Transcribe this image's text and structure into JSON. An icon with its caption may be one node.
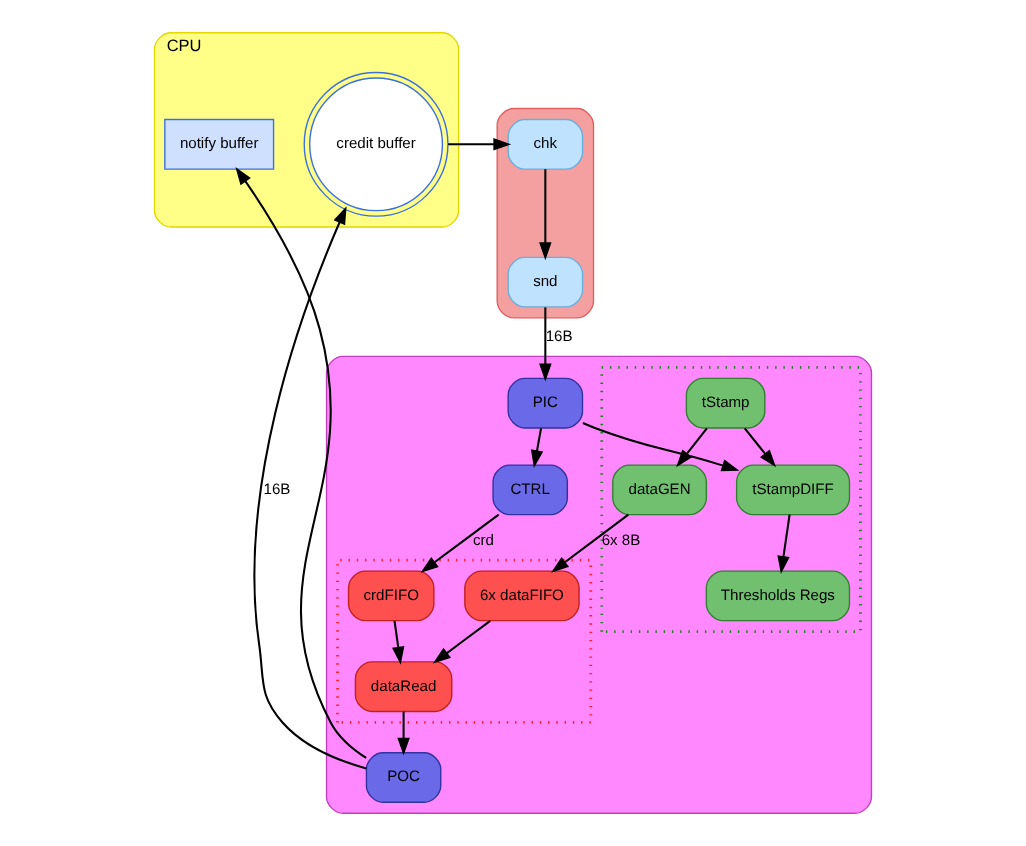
{
  "diagram": {
    "nodes": [
      {
        "text": [
          "CPU"
        ]
      },
      {
        "text": [],
        "shape": "box"
      },
      {
        "text": [
          "snd"
        ],
        "in": 1
      },
      {
        "text": [
          "chk"
        ],
        "in": 1
      },
      {
        "text": [
          "credit buffer"
        ],
        "in": 0
      },
      {
        "text": [
          "notify buffer"
        ],
        "in": 0
      },
      {
        "text": [],
        "shape": "box"
      },
      {
        "text": [
          "PIC"
        ],
        "in": 6
      },
      {
        "text": [
          "CTRL"
        ],
        "in": 6
      },
      {
        "text": [
          "POC"
        ],
        "in": 6
      },
      {
        "text": [],
        "shape": "box",
        "in": 6
      },
      {
        "text": [
          "tStampDIFF"
        ],
        "in": 10
      },
      {
        "text": [
          "tStamp"
        ],
        "in": 10
      },
      {
        "text": [
          "Thresholds Regs"
        ],
        "in": 10
      },
      {
        "text": [
          "dataGEN"
        ],
        "in": 10
      },
      {
        "text": [],
        "shape": "box",
        "in": 6
      },
      {
        "text": [
          "crdFIFO"
        ],
        "in": 15
      },
      {
        "text": [
          "6x dataFIFO"
        ],
        "in": 15
      },
      {
        "text": [
          "dataRead"
        ],
        "in": 15
      }
    ],
    "edges": [
      {
        "from": 4,
        "to": 3,
        "arrow": "to"
      },
      {
        "from": 3,
        "to": 2,
        "arrow": "to"
      },
      {
        "from": 2,
        "to": 7,
        "arrow": "to",
        "label": "16B"
      },
      {
        "from": 7,
        "to": 8,
        "arrow": "to"
      },
      {
        "from": 8,
        "to": 16,
        "arrow": "to",
        "label": "crd"
      },
      {
        "from": 7,
        "to": 11,
        "arrow": "to"
      },
      {
        "from": 12,
        "to": 11,
        "arrow": "to"
      },
      {
        "from": 11,
        "to": 13,
        "arrow": "to"
      },
      {
        "from": 12,
        "to": 14,
        "arrow": "to"
      },
      {
        "from": 14,
        "to": 17,
        "arrow": "to",
        "label": "6x 8B"
      },
      {
        "from": 16,
        "to": 18,
        "arrow": "to"
      },
      {
        "from": 17,
        "to": 18,
        "arrow": "to"
      },
      {
        "from": 18,
        "to": 9,
        "arrow": "to"
      },
      {
        "from": 9,
        "to": 4,
        "arrow": "to",
        "label": "16B"
      },
      {
        "from": 9,
        "to": 5,
        "arrow": "to"
      }
    ]
  }
}
